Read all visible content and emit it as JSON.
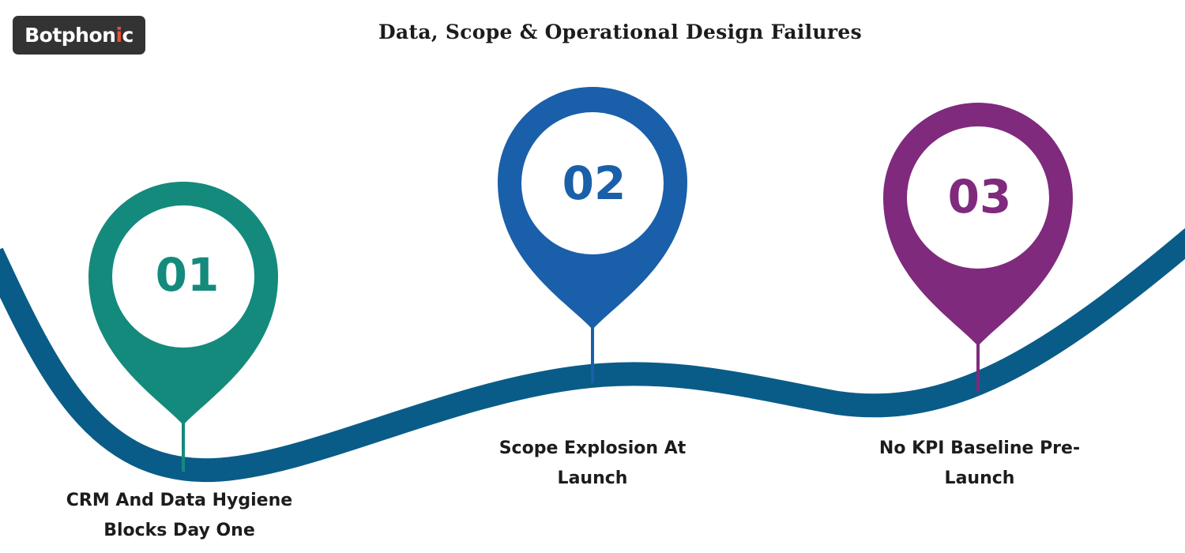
{
  "brand": {
    "logo_main": "Botphon",
    "logo_accent": "i",
    "logo_end": "c"
  },
  "title": "Data, Scope & Operational Design Failures",
  "colors": {
    "road": "#0a5c88",
    "pin_01": "#148a7c",
    "pin_02": "#1a5fa9",
    "pin_03": "#7f2a7d",
    "logo_bg": "#333333",
    "logo_accent": "#e8503a"
  },
  "milestones": [
    {
      "number": "01",
      "label_line1": "CRM And Data Hygiene",
      "label_line2": "Blocks Day One"
    },
    {
      "number": "02",
      "label_line1": "Scope Explosion At",
      "label_line2": "Launch"
    },
    {
      "number": "03",
      "label_line1": "No KPI Baseline Pre-",
      "label_line2": "Launch"
    }
  ]
}
